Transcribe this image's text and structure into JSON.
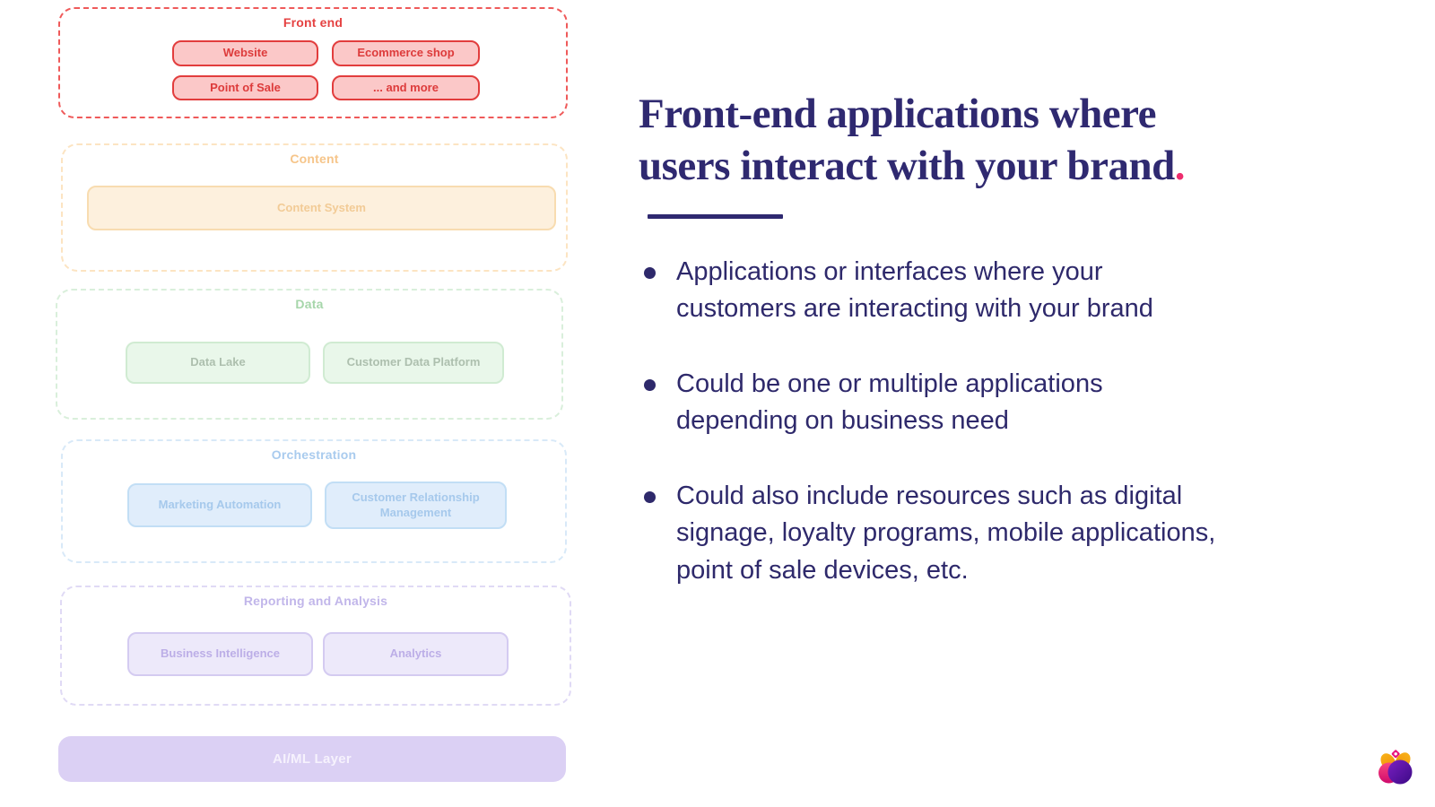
{
  "diagram": {
    "layers": [
      {
        "label": "Front end",
        "state": "highlighted",
        "boxes": [
          "Website",
          "Ecommerce shop",
          "Point of Sale",
          "... and more"
        ]
      },
      {
        "label": "Content",
        "state": "faded",
        "boxes": [
          "Content System"
        ]
      },
      {
        "label": "Data",
        "state": "faded",
        "boxes": [
          "Data Lake",
          "Customer Data Platform"
        ]
      },
      {
        "label": "Orchestration",
        "state": "faded",
        "boxes": [
          "Marketing Automation",
          "Customer Relationship Management"
        ]
      },
      {
        "label": "Reporting and Analysis",
        "state": "faded",
        "boxes": [
          "Business Intelligence",
          "Analytics"
        ]
      }
    ],
    "footer_band": "AI/ML Layer"
  },
  "content": {
    "title_line1": "Front-end applications where",
    "title_line2": "users interact with your brand",
    "title_period": ".",
    "bullets": [
      {
        "lines": [
          "Applications or interfaces where your",
          "customers are interacting with your brand"
        ]
      },
      {
        "lines": [
          "Could be one or multiple applications",
          "depending on business need"
        ]
      },
      {
        "lines": [
          "Could also include resources such as digital",
          "signage, loyalty programs, mobile applications,",
          "point of sale devices, etc."
        ]
      }
    ]
  },
  "logo": {
    "icon": "lotus-flower-logo"
  },
  "colors": {
    "title_text": "#2f2970",
    "accent_pink": "#ee2d6e",
    "frontend_red": "#e23d3d",
    "frontend_fill": "#fbc8c8",
    "content_orange": "#f6c58a",
    "data_green": "#a6d6aa",
    "orchestration_blue": "#a9cbee",
    "reporting_purple": "#c1b6ea",
    "aiml_fill": "#dbd0f4"
  }
}
